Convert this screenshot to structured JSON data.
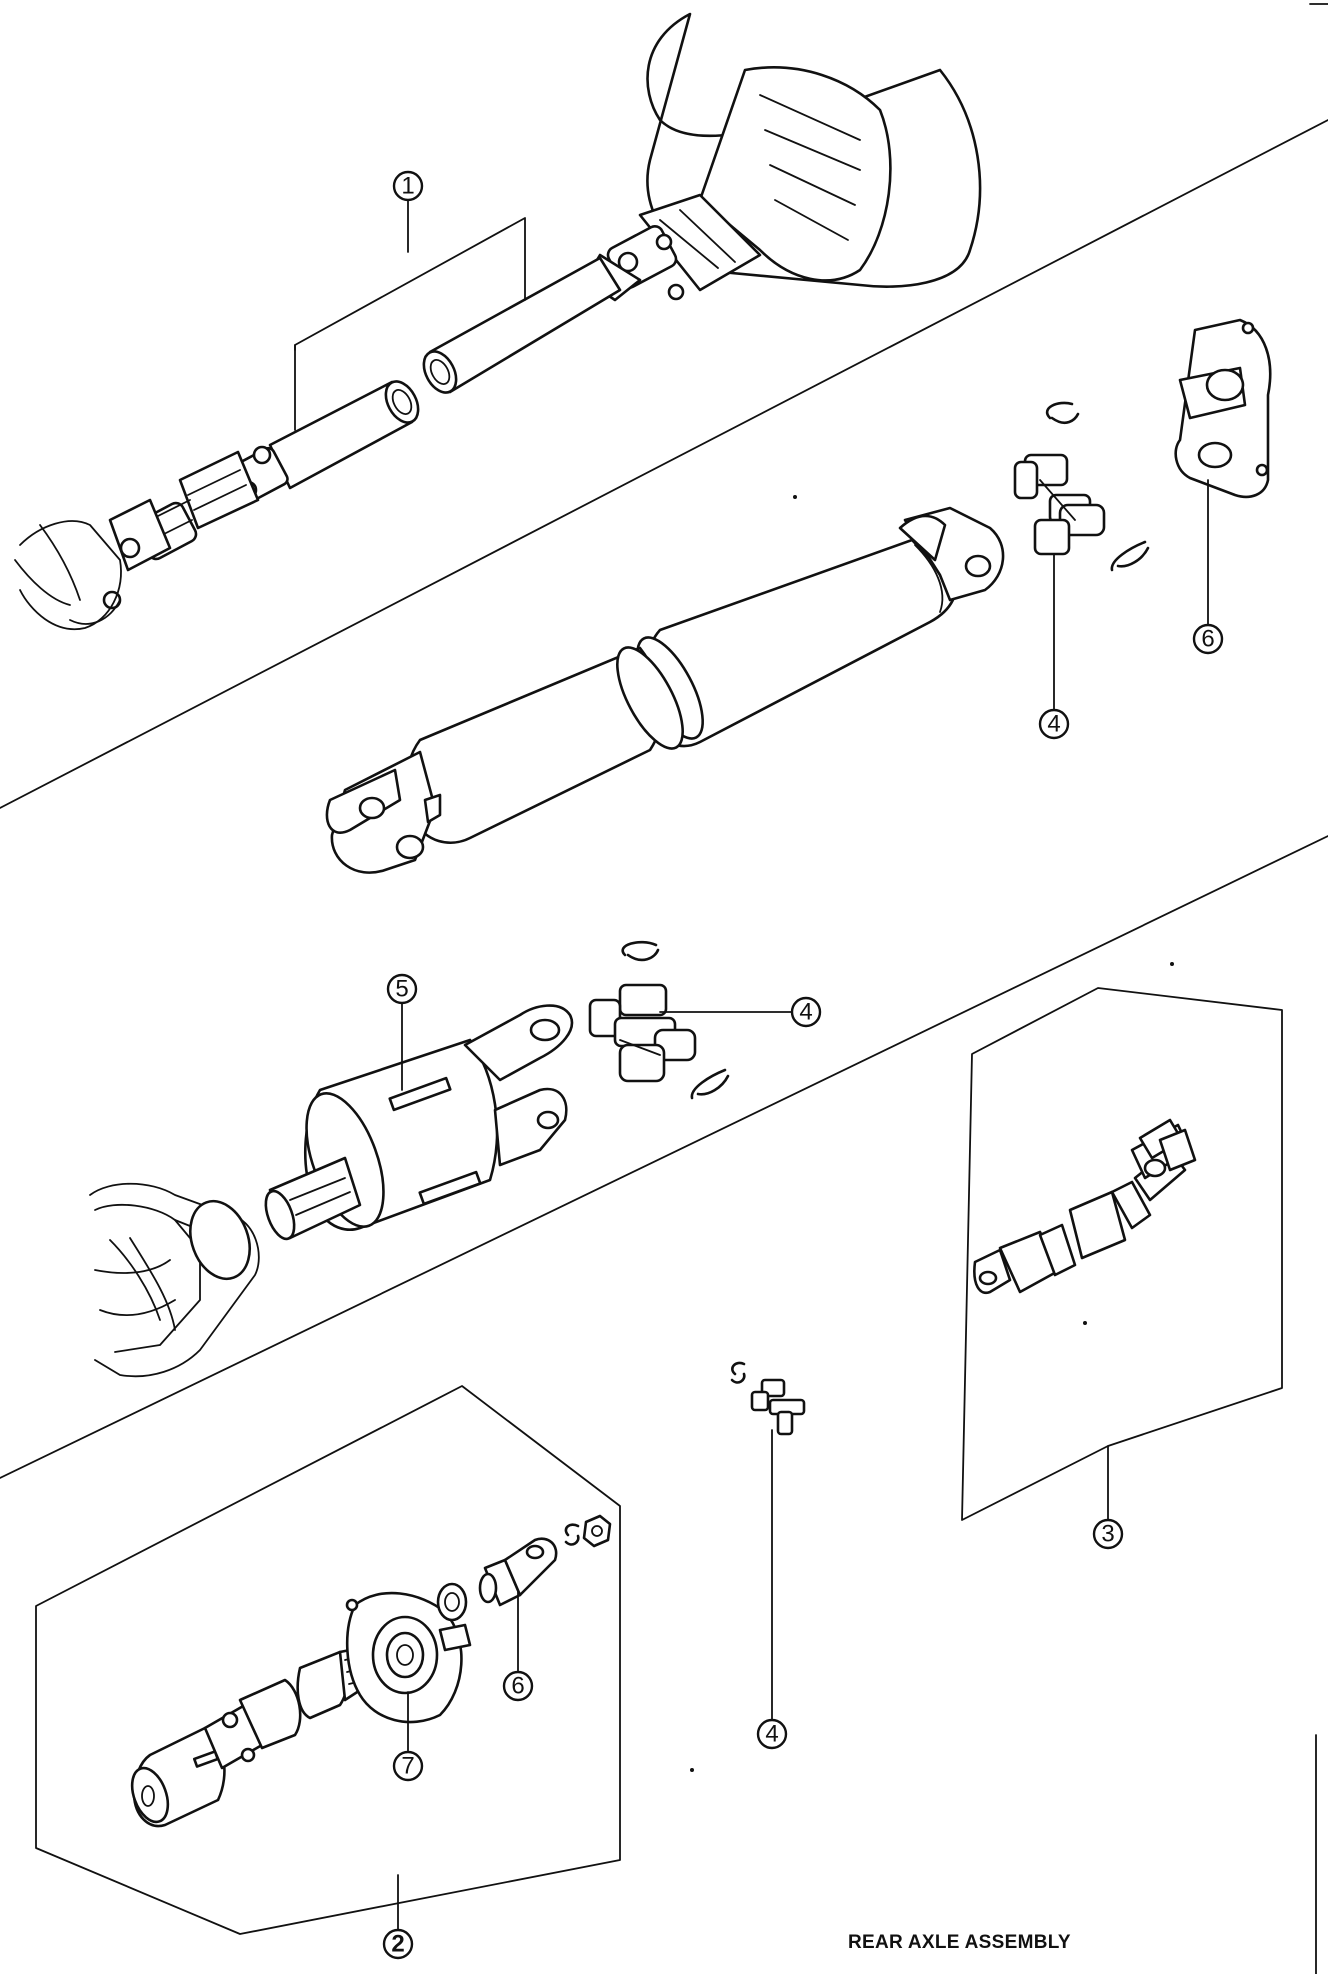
{
  "callouts": {
    "c1": "1",
    "c2": "2",
    "c3": "3",
    "c4a": "4",
    "c4b": "4",
    "c4c": "4",
    "c5": "5",
    "c6a": "6",
    "c6b": "6",
    "c7": "7"
  },
  "caption": "REAR AXLE ASSEMBLY"
}
